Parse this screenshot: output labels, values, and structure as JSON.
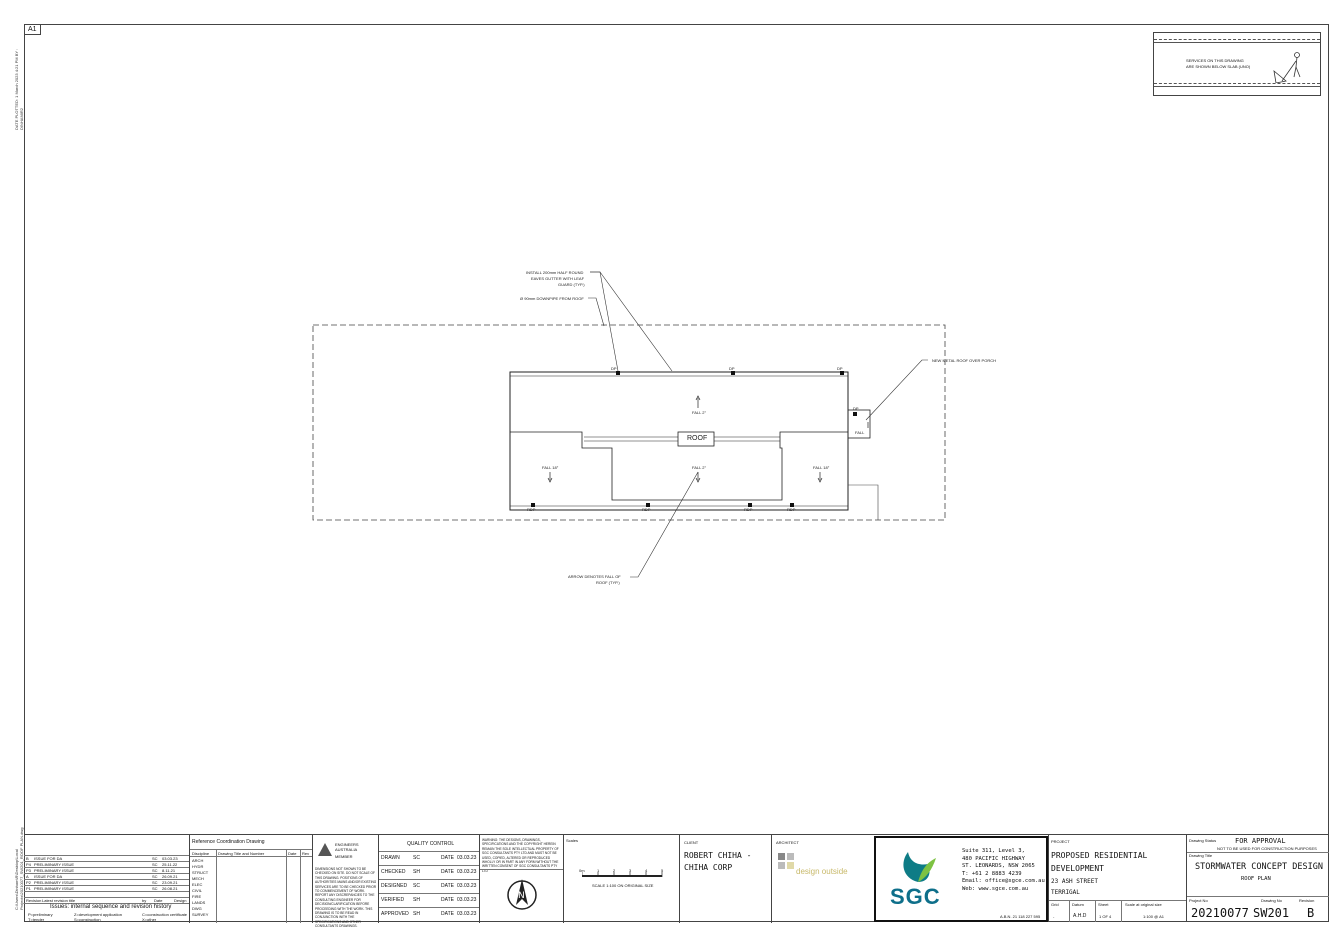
{
  "sheet": {
    "size_tag": "A1",
    "side_note_top": "DATE PLOTTED: 1 March 2023 4:21 PM BY : DINHAMIR2",
    "side_note_bottom": "C:\\Users\\Dinham\\R\\Desktop\\Local Projects\\20210077_SW201_ROOF PLAN.dwg"
  },
  "legend": {
    "line1": "SERVICES ON THIS DRAWING",
    "line2": "ARE SHOWN BELOW SLAB (UNO)"
  },
  "plan": {
    "note_gutter_l1": "INSTALL 200mm HALF ROUND",
    "note_gutter_l2": "EAVES GUTTER WITH LEAF",
    "note_gutter_l3": "GUARD (TYP.)",
    "note_downpipe": "Ø 90mm DOWNPIPE FROM ROOF",
    "note_porch": "NEW METAL ROOF OVER PORCH",
    "note_arrow_l1": "ARROW DENOTES FALL OF",
    "note_arrow_l2": "ROOF (TYP.)",
    "roof_label": "ROOF",
    "fall_top": "FALL 2°",
    "fall_left": "FALL 18°",
    "fall_mid": "FALL 2°",
    "fall_right": "FALL 18°",
    "fall_porch": "FALL",
    "dp_labels": [
      "DP",
      "DP",
      "DP",
      "DP"
    ],
    "rdp_labels": [
      "RDP",
      "RDP",
      "RDP",
      "RDP"
    ]
  },
  "revisions": {
    "rows": [
      {
        "rev": "B",
        "desc": "ISSUE FOR DA",
        "by": "SC",
        "date": "03.03.23"
      },
      {
        "rev": "P4",
        "desc": "PRELIMINARY ISSUE",
        "by": "SC",
        "date": "25.11.22"
      },
      {
        "rev": "P3",
        "desc": "PRELIMINARY ISSUE",
        "by": "SC",
        "date": "8.11.21"
      },
      {
        "rev": "A",
        "desc": "ISSUE FOR DA",
        "by": "SC",
        "date": "26.09.21"
      },
      {
        "rev": "P2",
        "desc": "PRELIMINARY ISSUE",
        "by": "SC",
        "date": "23.09.21"
      },
      {
        "rev": "P1",
        "desc": "PRELIMINARY ISSUE",
        "by": "SC",
        "date": "26.08.21"
      }
    ],
    "header_rev": "Revision",
    "header_desc": "Latest revision title",
    "header_by": "by",
    "header_date": "Date",
    "header_design": "Design",
    "caption": "Issues: internal sequence and revision history",
    "key1": "P=preliminary",
    "key2": "Z=development application",
    "key3": "C=construction certificate",
    "key4": "T=tender",
    "key5": "S=construction",
    "key6": "X=other"
  },
  "reference": {
    "title": "Reference Coordination Drawing",
    "col1": "Discipline",
    "col2": "Drawing Title and Number",
    "col3": "Date",
    "col4": "Rev",
    "disciplines": [
      "ARCH",
      "HYDR",
      "STRUCT",
      "MECH",
      "ELEC",
      "CIVIL",
      "FIRE",
      "LANDS",
      "DWG",
      "SURVEY"
    ]
  },
  "engineers": {
    "org_l1": "ENGINEERS",
    "org_l2": "AUSTRALIA",
    "member": "MEMBER",
    "disclaimer": "DIMENSIONS NOT SHOWN TO BE CHECKED ON SITE. DO NOT SCALE OF THIS DRAWING. POSITIONS OF AUTHORITIES MAINS AND/OR EXISTING SERVICES ARE TO BE CHECKED PRIOR TO COMMENCEMENT OF WORK. REPORT ANY DISCREPANCIES TO THE CONSULTING ENGINEER FOR DECISION/CLARIFICATION BEFORE PROCEEDING WITH THE WORK. THIS DRAWING IS TO BE READ IN CONJUNCTION WITH THE SPECIFICATIONS AND OTHER CONSULTANTS DRAWINGS."
  },
  "quality": {
    "title": "QUALITY CONTROL",
    "rows": [
      {
        "role": "DRAWN",
        "who": "SC",
        "date_label": "DATE",
        "date": "03.03.23"
      },
      {
        "role": "CHECKED",
        "who": "SH",
        "date_label": "DATE",
        "date": "03.03.23"
      },
      {
        "role": "DESIGNED",
        "who": "SC",
        "date_label": "DATE",
        "date": "03.03.23"
      },
      {
        "role": "VERIFIED",
        "who": "SH",
        "date_label": "DATE",
        "date": "03.03.23"
      },
      {
        "role": "APPROVED",
        "who": "SH",
        "date_label": "DATE",
        "date": "03.03.23"
      }
    ]
  },
  "warning": "WARNING: THE DESIGNS, DRAWINGS, SPECIFICATIONS AND THE COPYRIGHT HEREIN REMAIN THE SOLE INTELLECTUAL PROPERTY OF SGC CONSULTANTS PTY LTD AND MUST NOT BE USED, COPIED, ALTERED OR REPRODUCED WHOLLY OR IN PART IN ANY FORM WITHOUT THE WRITTEN CONSENT OF SGC CONSULTANTS PTY LTD",
  "scales": {
    "label": "Scales",
    "ticks": [
      "0m",
      "1",
      "2",
      "3",
      "4",
      "5"
    ],
    "caption": "SCALE 1:100 ON ORIGINAL SIZE"
  },
  "client": {
    "label": "CLIENT",
    "line1": "ROBERT CHIHA -",
    "line2": "CHIHA CORP"
  },
  "architect": {
    "label": "ARCHITECT",
    "logo_text": "design outside"
  },
  "sgc": {
    "logo_text": "SGC",
    "addr1": "Suite 311, Level 3,",
    "addr2": "480 PACIFIC HIGHWAY",
    "addr3": "ST. LEONARDS, NSW 2065",
    "phone": "T: +61 2 8883 4239",
    "email": "Email: office@sgce.com.au",
    "web": "Web: www.sgce.com.au",
    "abn": "A.B.N. 21 118 227 595"
  },
  "project": {
    "label": "PROJECT",
    "line1": "PROPOSED RESIDENTIAL",
    "line2": "DEVELOPMENT",
    "line3": "23 ASH STREET",
    "line4": "TERRIGAL",
    "grid_label": "Grid",
    "grid_val": "-",
    "datum_label": "Datum",
    "datum_val": "A.H.D",
    "sheet_label": "Sheet",
    "sheet_val": "1 OF 4",
    "scale_label": "Scale at original size",
    "scale_val": "1:100 @ A1"
  },
  "status": {
    "label": "Drawing Status",
    "value": "FOR APPROVAL",
    "sub": "NOT TO BE USED FOR CONSTRUCTION PURPOSES",
    "title_label": "Drawing Title",
    "title": "STORMWATER CONCEPT DESIGN",
    "subtitle": "ROOF PLAN",
    "project_no_label": "Project No",
    "drawing_no_label": "Drawing No",
    "revision_label": "Revision",
    "project_no": "20210077",
    "drawing_no": "SW201",
    "revision": "B"
  }
}
